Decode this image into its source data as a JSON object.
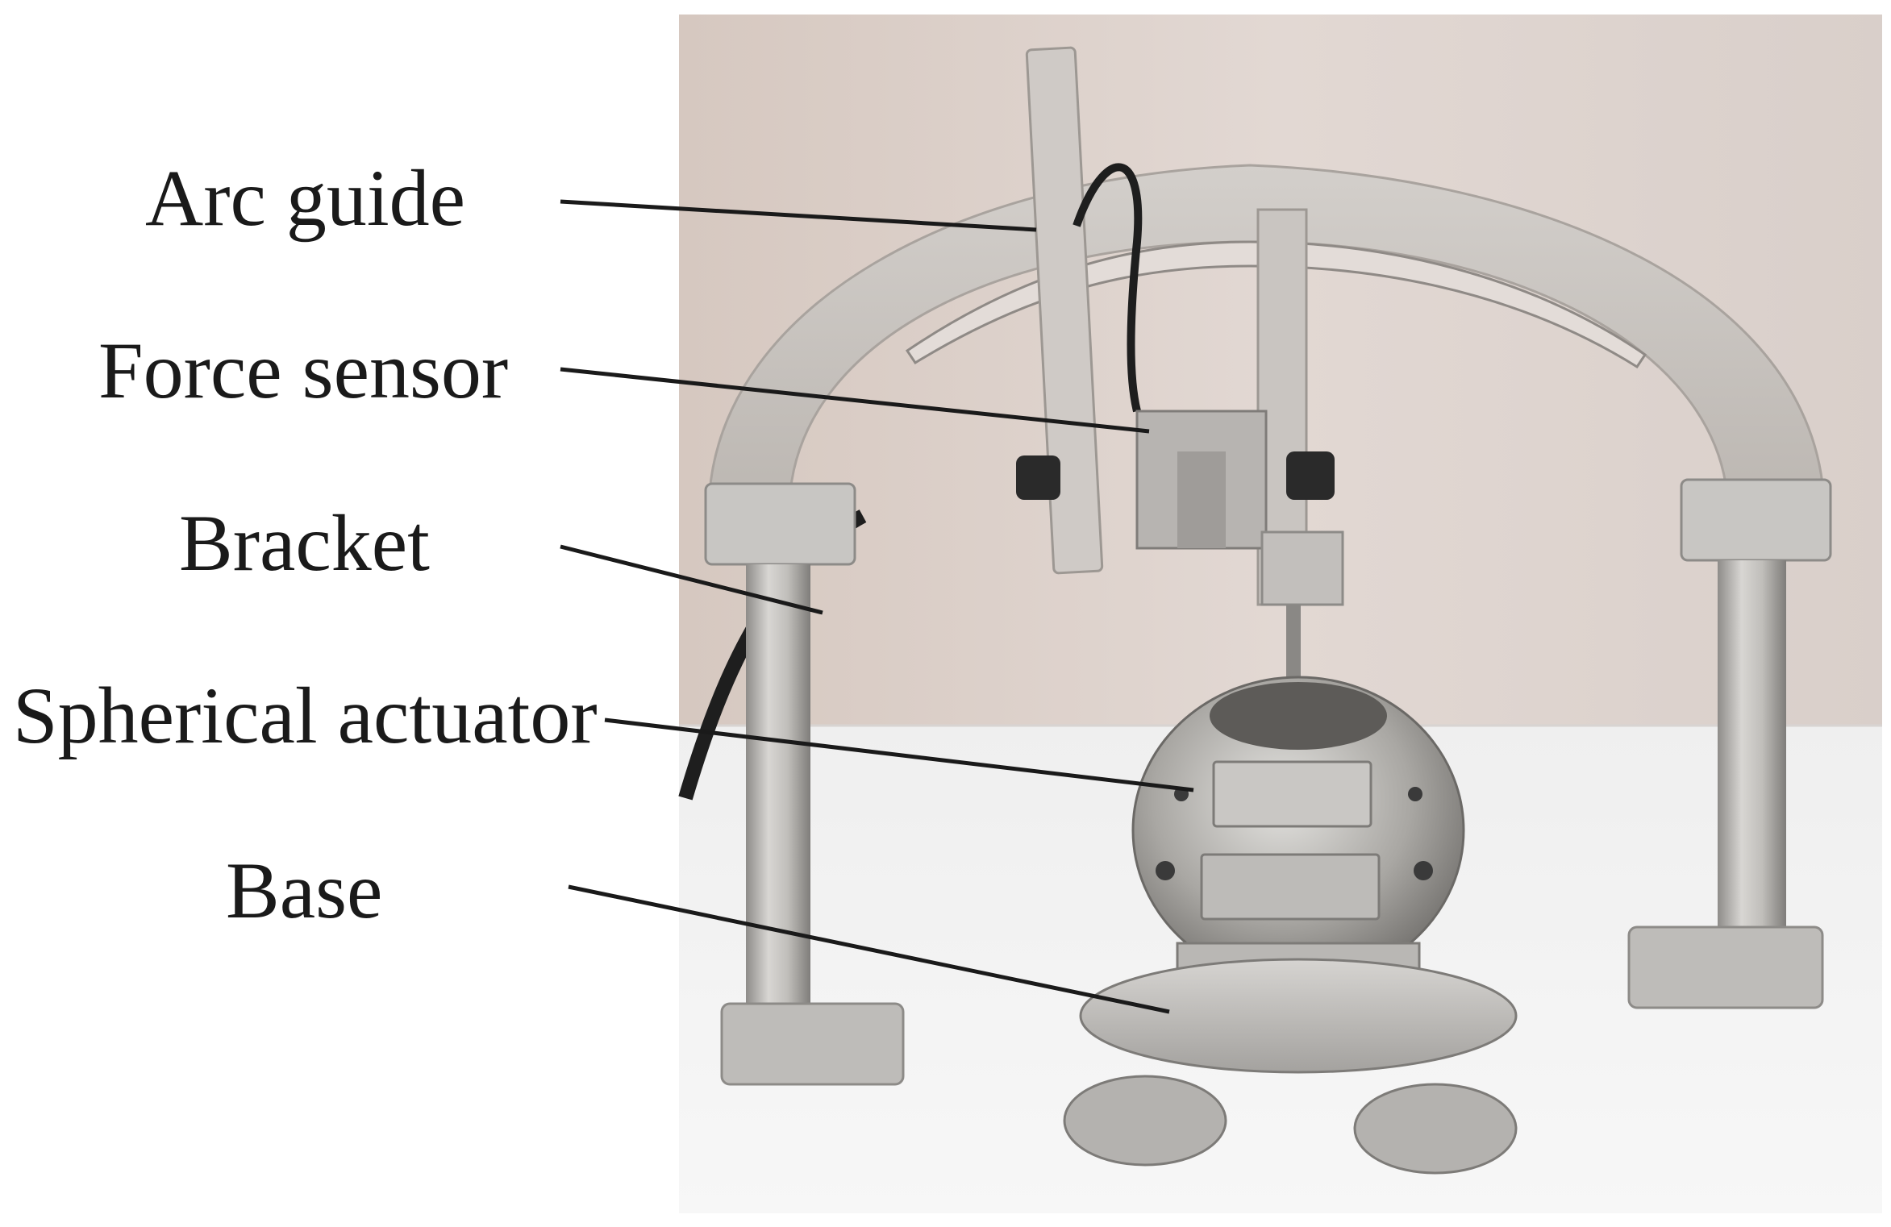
{
  "figure": {
    "labels": {
      "arc_guide": "Arc guide",
      "force_sensor": "Force sensor",
      "bracket": "Bracket",
      "spherical_actuator": "Spherical actuator",
      "base": "Base"
    },
    "colors": {
      "wall": "#ddd2cc",
      "table": "#f2f1f1",
      "aluminum": "#c6c4c1",
      "aluminum_dark": "#8d8b88",
      "cable": "#1e1e1e",
      "leader_line": "#1a1a1a"
    }
  }
}
